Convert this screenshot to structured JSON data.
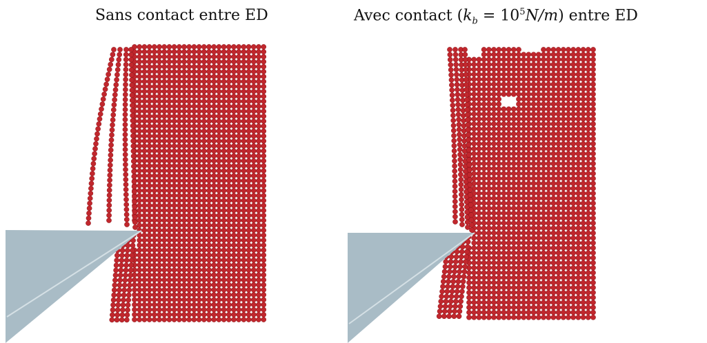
{
  "figure": {
    "panels": [
      {
        "id": "left",
        "title": "Sans contact entre ED",
        "colors": {
          "particle": "#c1272d",
          "particle_edge": "#8a1419",
          "tool": "#a9bcc6",
          "tool_highlight": "#d5e0e5"
        }
      },
      {
        "id": "right",
        "title_prefix": "Avec contact (",
        "title_k": "k",
        "title_sub": "b",
        "title_eq": " = 10",
        "title_exp": "5",
        "title_unit": "N/m",
        "title_suffix": ") entre ED",
        "colors": {
          "particle": "#c1272d",
          "particle_edge": "#8a1419",
          "tool": "#a9bcc6",
          "tool_highlight": "#d5e0e5"
        }
      }
    ]
  }
}
